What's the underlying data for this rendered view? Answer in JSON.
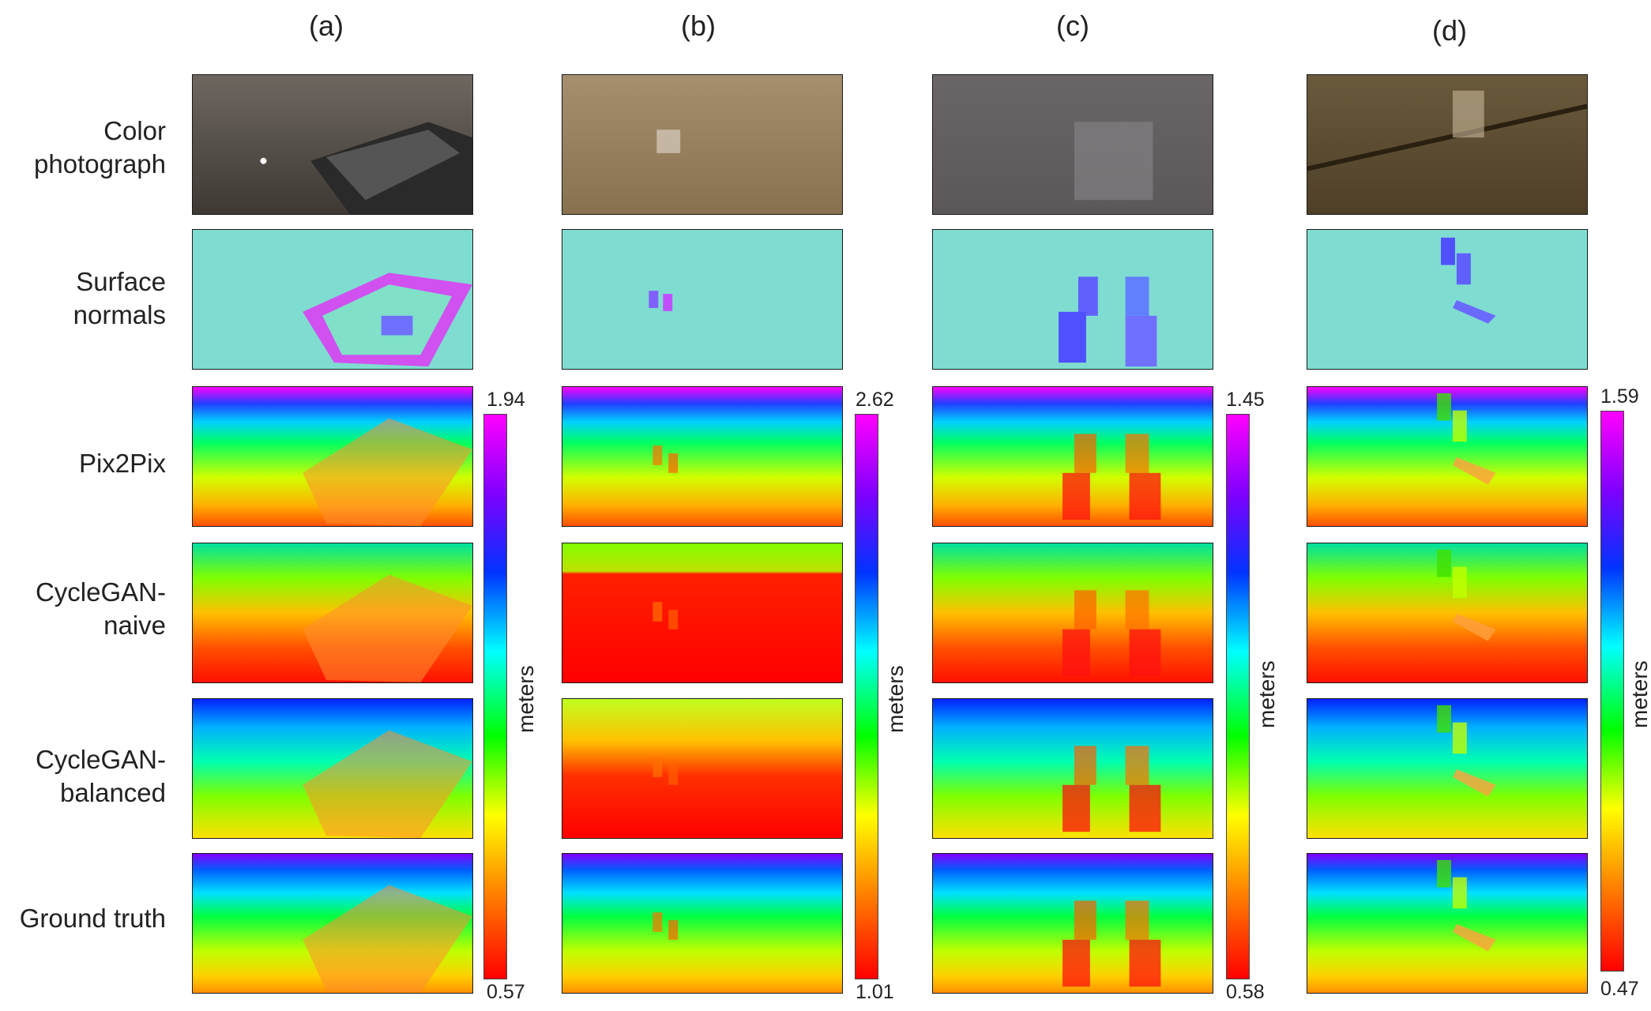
{
  "columns": [
    {
      "label": "(a)",
      "cbar_max": "1.94",
      "cbar_min": "0.57",
      "cbar_unit": "meters"
    },
    {
      "label": "(b)",
      "cbar_max": "2.62",
      "cbar_min": "1.01",
      "cbar_unit": "meters"
    },
    {
      "label": "(c)",
      "cbar_max": "1.45",
      "cbar_min": "0.58",
      "cbar_unit": "meters"
    },
    {
      "label": "(d)",
      "cbar_max": "1.59",
      "cbar_min": "0.47",
      "cbar_unit": "meters"
    }
  ],
  "rows": [
    {
      "line1": "Color",
      "line2": "photograph"
    },
    {
      "line1": "Surface",
      "line2": "normals"
    },
    {
      "line1": "Pix2Pix",
      "line2": ""
    },
    {
      "line1": "CycleGAN-",
      "line2": "naive"
    },
    {
      "line1": "CycleGAN-",
      "line2": "balanced"
    },
    {
      "line1": "Ground truth",
      "line2": ""
    }
  ],
  "colors": {
    "depth_far": "#ff00ff",
    "depth_near": "#ff0000",
    "normals_bg": "#7fdcd0"
  }
}
